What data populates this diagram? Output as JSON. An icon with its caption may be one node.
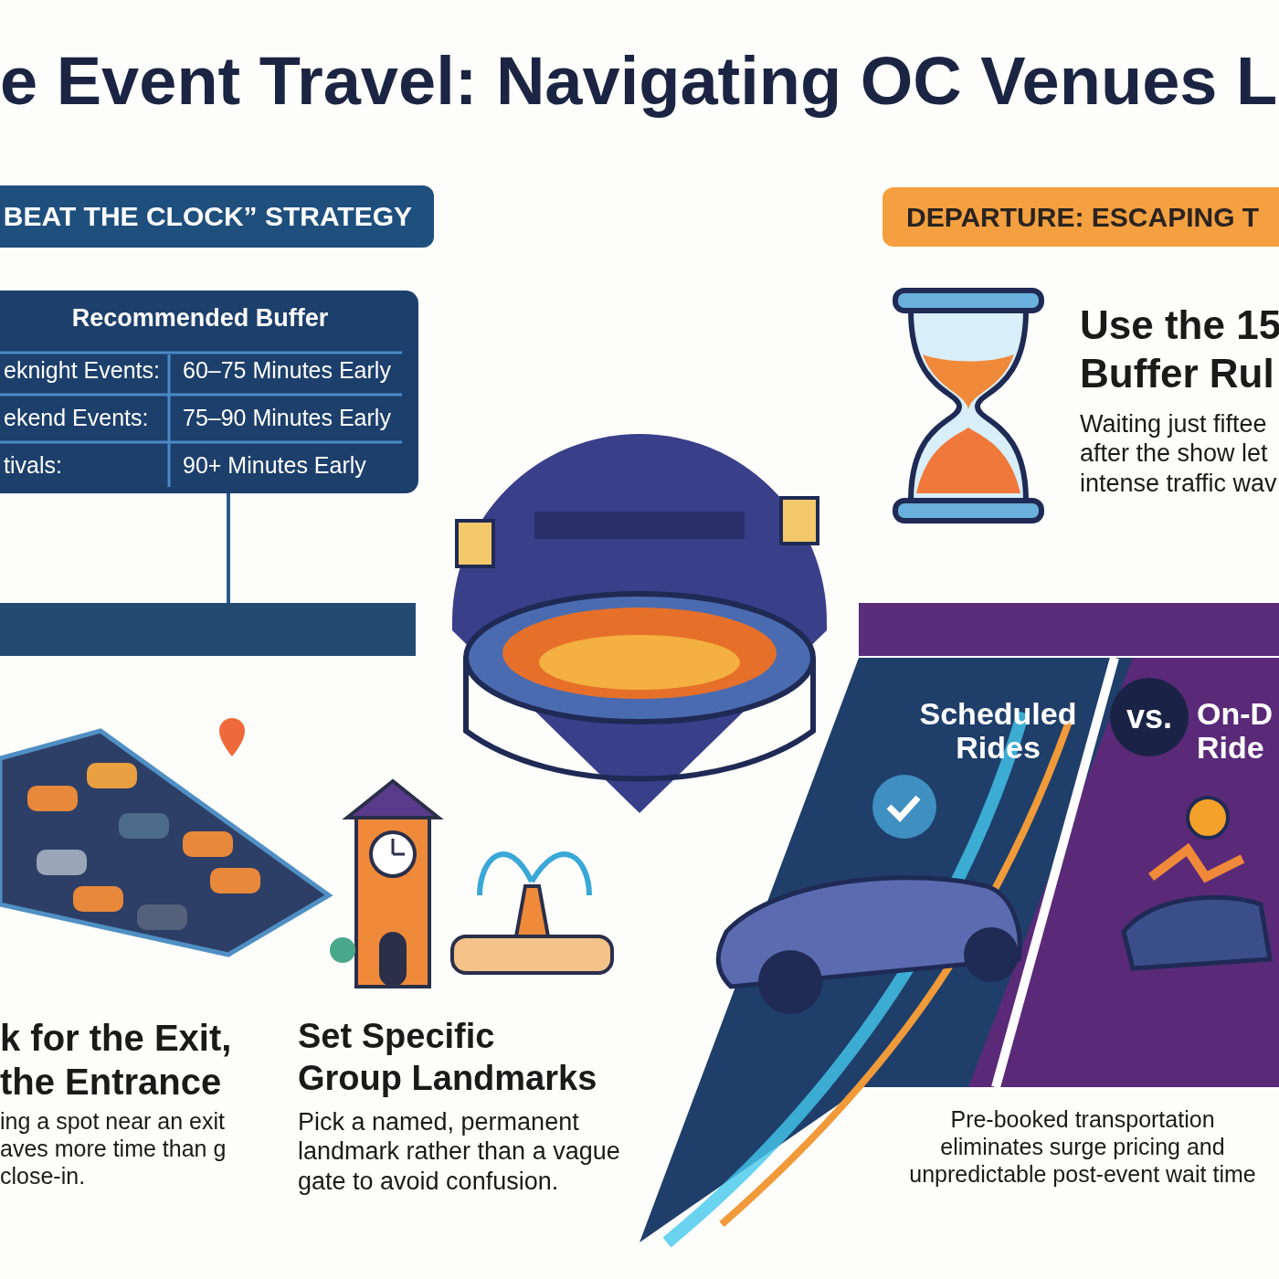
{
  "diagram": {
    "title": "e Event Travel: Navigating OC Venues L",
    "nodes": [
      {
        "text": [
          "BEAT THE CLOCK” STRATEGY"
        ]
      },
      {
        "text": [
          "Recommended Buffer"
        ]
      },
      {
        "text": [],
        "shape": "bar"
      },
      {
        "text": [],
        "shape": "picture"
      },
      {
        "text": [],
        "shape": "bar"
      },
      {
        "text": [
          "DEPARTURE: ESCAPING T"
        ]
      },
      {
        "text": [
          "Scheduled Rides"
        ]
      },
      {
        "text": [
          "vs."
        ]
      },
      {
        "text": [
          "On-D Ride"
        ]
      }
    ],
    "edges": [
      {
        "from": 1,
        "to": 2,
        "arrow": "none"
      }
    ],
    "labels": [
      "eknight Events:",
      "60–75 Minutes Early",
      "ekend Events:",
      "75–90 Minutes Early",
      "tivals:",
      "90+ Minutes Early",
      "Use the 15 Buffer Rul",
      "Waiting just fiftee after the show let intense traffic wav",
      "k for the Exit, the Entrance",
      "ing a spot near an exit aves more time than g close-in.",
      "Set Specific Group Landmarks",
      "Pick a named, permanent landmark rather than a vague gate to avoid confusion.",
      "Pre-booked transportation eliminates surge pricing and unpredictable post-event wait time"
    ]
  }
}
